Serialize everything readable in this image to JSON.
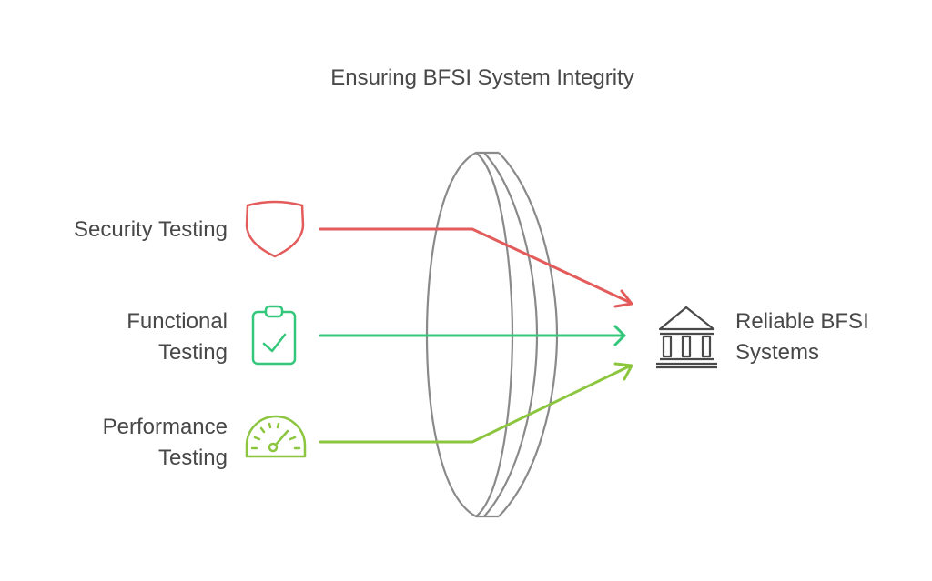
{
  "title": "Ensuring BFSI System Integrity",
  "inputs": [
    {
      "label_lines": [
        "Security Testing"
      ],
      "icon": "shield-icon",
      "color": "#e35b5b"
    },
    {
      "label_lines": [
        "Functional",
        "Testing"
      ],
      "icon": "clipboard-check-icon",
      "color": "#34c77b"
    },
    {
      "label_lines": [
        "Performance",
        "Testing"
      ],
      "icon": "speedometer-icon",
      "color": "#8cc63f"
    }
  ],
  "output": {
    "label_lines": [
      "Reliable BFSI",
      "Systems"
    ],
    "icon": "bank-building-icon",
    "color": "#4a4a4a"
  },
  "lens": {
    "name": "lens",
    "color": "#8a8a8a"
  }
}
